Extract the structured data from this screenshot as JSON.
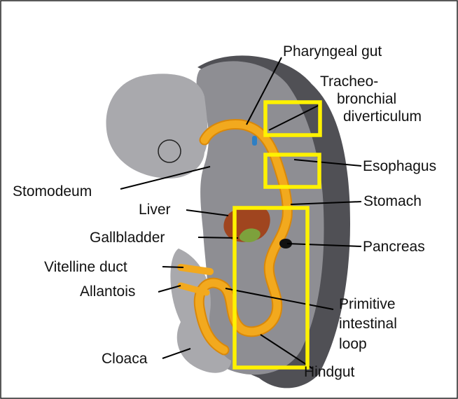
{
  "labels": {
    "pharyngeal_gut": "Pharyngeal gut",
    "tracheo_line1": "Tracheo-",
    "tracheo_line2": "bronchial",
    "tracheo_line3": "diverticulum",
    "esophagus": "Esophagus",
    "stomodeum": "Stomodeum",
    "stomach": "Stomach",
    "liver": "Liver",
    "gallbladder": "Gallbladder",
    "pancreas": "Pancreas",
    "vitelline_duct": "Vitelline duct",
    "allantois": "Allantois",
    "primitive_line1": "Primitive",
    "primitive_line2": "intestinal",
    "primitive_line3": "loop",
    "cloaca": "Cloaca",
    "hindgut": "Hindgut"
  },
  "colors": {
    "embryo_light": "#A9A9AD",
    "embryo_mid": "#8E8E93",
    "embryo_dark": "#505055",
    "gut": "#F2A91E",
    "gut_edge": "#D9880A",
    "liver": "#A0451F",
    "highlight": "#FFF200",
    "bronchial_bud": "#2E7FC4",
    "gallbladder": "#7DA13C",
    "pancreas": "#111111"
  },
  "highlights": [
    "tracheobronchial-box",
    "esophagus-box",
    "intestinal-loop-box"
  ]
}
